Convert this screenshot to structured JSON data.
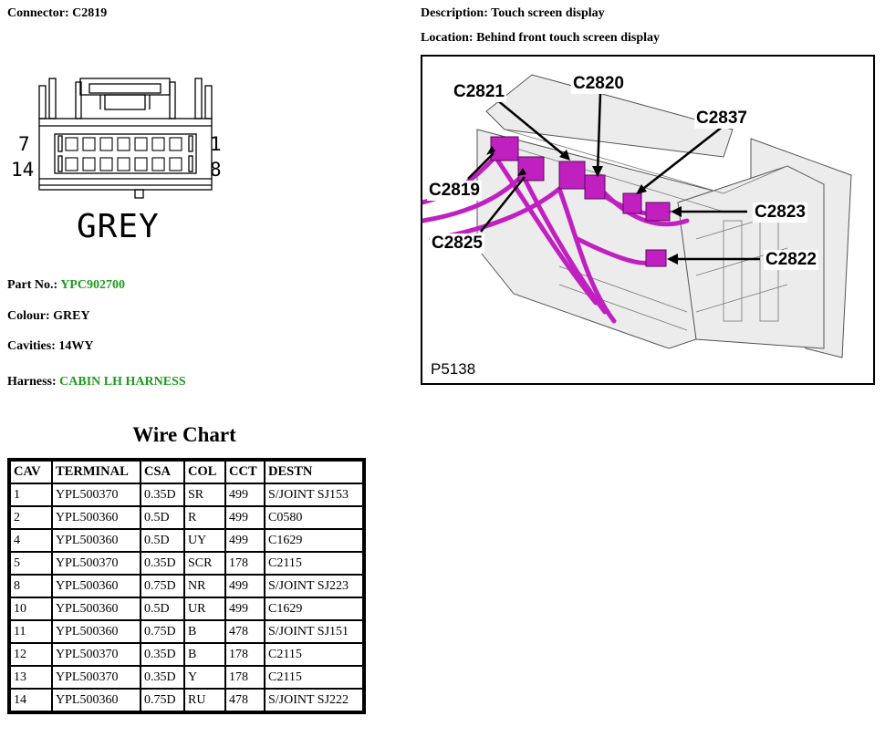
{
  "header": {
    "connector_label": "Connector:",
    "connector_value": "C2819",
    "description_label": "Description:",
    "description_value": "Touch screen display",
    "location_label": "Location:",
    "location_value": "Behind front touch screen display"
  },
  "connector_diagram": {
    "pin_left_top": "7",
    "pin_left_bottom": "14",
    "pin_right_top": "1",
    "pin_right_bottom": "8",
    "colour_caption": "GREY"
  },
  "details": {
    "part_label": "Part No.:",
    "part_value": "YPC902700",
    "colour_label": "Colour:",
    "colour_value": "GREY",
    "cavities_label": "Cavities:",
    "cavities_value": "14WY",
    "harness_label": "Harness:",
    "harness_value": "CABIN LH HARNESS"
  },
  "location_image": {
    "callouts": [
      "C2821",
      "C2820",
      "C2837",
      "C2819",
      "C2823",
      "C2825",
      "C2822"
    ],
    "figure_ref": "P5138"
  },
  "wire_chart": {
    "title": "Wire Chart",
    "columns": [
      "CAV",
      "TERMINAL",
      "CSA",
      "COL",
      "CCT",
      "DESTN"
    ],
    "rows": [
      [
        "1",
        "YPL500370",
        "0.35D",
        "SR",
        "499",
        "S/JOINT SJ153"
      ],
      [
        "2",
        "YPL500360",
        "0.5D",
        "R",
        "499",
        "C0580"
      ],
      [
        "4",
        "YPL500360",
        "0.5D",
        "UY",
        "499",
        "C1629"
      ],
      [
        "5",
        "YPL500370",
        "0.35D",
        "SCR",
        "178",
        "C2115"
      ],
      [
        "8",
        "YPL500360",
        "0.75D",
        "NR",
        "499",
        "S/JOINT SJ223"
      ],
      [
        "10",
        "YPL500360",
        "0.5D",
        "UR",
        "499",
        "C1629"
      ],
      [
        "11",
        "YPL500360",
        "0.75D",
        "B",
        "478",
        "S/JOINT SJ151"
      ],
      [
        "12",
        "YPL500370",
        "0.35D",
        "B",
        "178",
        "C2115"
      ],
      [
        "13",
        "YPL500370",
        "0.35D",
        "Y",
        "178",
        "C2115"
      ],
      [
        "14",
        "YPL500360",
        "0.75D",
        "RU",
        "478",
        "S/JOINT SJ222"
      ]
    ]
  },
  "colors": {
    "link_green": "#1e9a1e",
    "connector_magenta": "#c020c0"
  }
}
